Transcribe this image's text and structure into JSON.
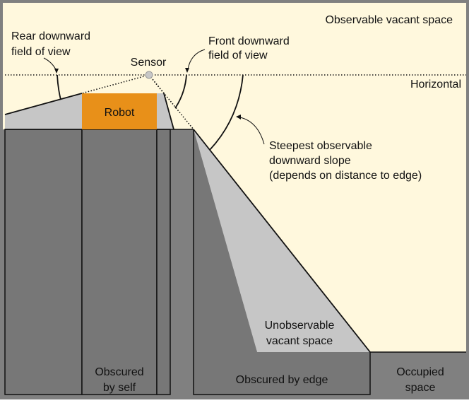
{
  "colors": {
    "vacant_space": "#fff8dd",
    "occupied_space": "#808080",
    "obscured_fill": "#777777",
    "unobservable_fill": "#c6c6c6",
    "robot": "#e89019",
    "sensor": "#c7c7c7",
    "outline": "#111111"
  },
  "labels": {
    "observable_vacant_space": "Observable vacant space",
    "rear_fov_line1": "Rear downward",
    "rear_fov_line2": "field of view",
    "front_fov_line1": "Front downward",
    "front_fov_line2": "field of view",
    "sensor": "Sensor",
    "horizontal": "Horizontal",
    "robot": "Robot",
    "steepest_line1": "Steepest observable",
    "steepest_line2": "downward slope",
    "steepest_line3": "(depends on distance to edge)",
    "unobservable_line1": "Unobservable",
    "unobservable_line2": "vacant space",
    "obscured_self_line1": "Obscured",
    "obscured_self_line2": "by self",
    "obscured_edge": "Obscured by edge",
    "occupied_line1": "Occupied",
    "occupied_line2": "space"
  }
}
